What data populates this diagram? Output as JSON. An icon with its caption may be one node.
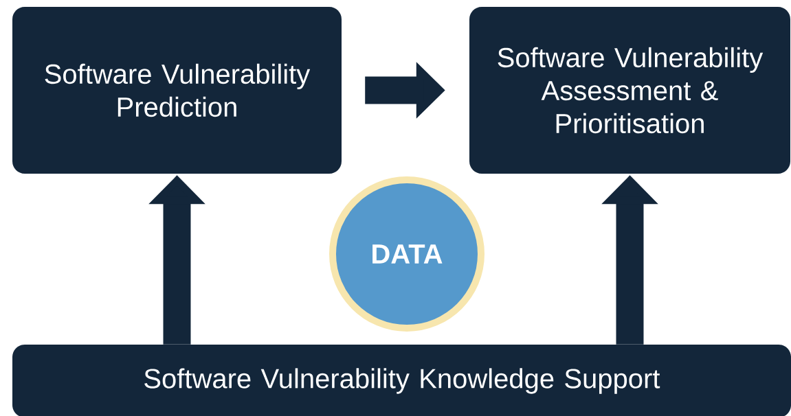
{
  "diagram": {
    "nodes": [
      {
        "text": [
          "Software Vulnerability Prediction"
        ]
      },
      {
        "text": [
          "Software Vulnerability Assessment & Prioritisation"
        ]
      },
      {
        "text": [
          "DATA"
        ]
      },
      {
        "text": [
          "Software Vulnerability Knowledge Support"
        ]
      }
    ],
    "edges": [
      {
        "from": 0,
        "to": 1,
        "arrow": "to"
      },
      {
        "from": 3,
        "to": 0,
        "arrow": "to"
      },
      {
        "from": 3,
        "to": 1,
        "arrow": "to"
      }
    ]
  }
}
